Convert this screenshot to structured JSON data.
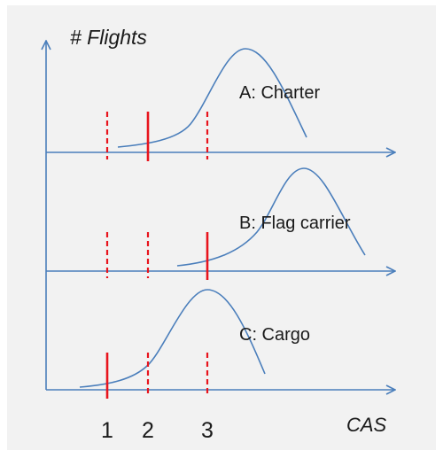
{
  "diagram": {
    "y_axis_label": "# Flights",
    "x_axis_label": "CAS",
    "colors": {
      "axis": "#4a7ebb",
      "curve": "#4a7ebb",
      "marker": "#e8141d",
      "panel_background": "#f2f2f2",
      "text": "#1a1a1a"
    },
    "tick_labels": [
      "1",
      "2",
      "3"
    ],
    "rows": [
      {
        "label": "A: Charter",
        "markers": [
          {
            "tick": "1",
            "style": "dashed"
          },
          {
            "tick": "2",
            "style": "solid"
          },
          {
            "tick": "3",
            "style": "dashed"
          }
        ]
      },
      {
        "label": "B: Flag carrier",
        "markers": [
          {
            "tick": "1",
            "style": "dashed"
          },
          {
            "tick": "2",
            "style": "dashed"
          },
          {
            "tick": "3",
            "style": "solid"
          }
        ]
      },
      {
        "label": "C: Cargo",
        "markers": [
          {
            "tick": "1",
            "style": "solid"
          },
          {
            "tick": "2",
            "style": "dashed"
          },
          {
            "tick": "3",
            "style": "dashed"
          }
        ]
      }
    ]
  }
}
